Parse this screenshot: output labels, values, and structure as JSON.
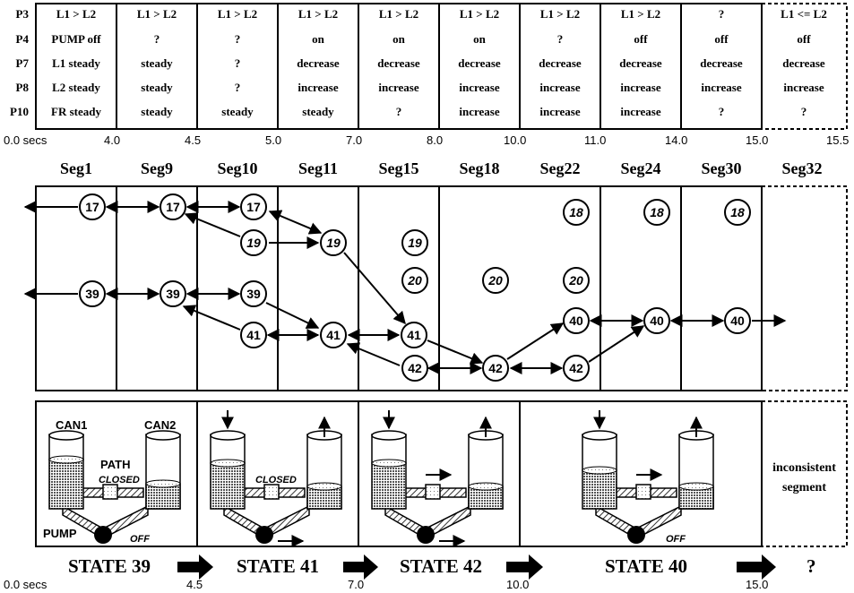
{
  "params": [
    "P3",
    "P4",
    "P7",
    "P8",
    "P10"
  ],
  "first_col": [
    "L1 > L2",
    "PUMP off",
    "L1 steady",
    "L2 steady",
    "FR steady"
  ],
  "columns": [
    [
      "L1 > L2",
      "?",
      "steady",
      "steady",
      "steady"
    ],
    [
      "L1 > L2",
      "?",
      "?",
      "?",
      "steady"
    ],
    [
      "L1 > L2",
      "on",
      "decrease",
      "increase",
      "steady"
    ],
    [
      "L1 > L2",
      "on",
      "decrease",
      "increase",
      "?"
    ],
    [
      "L1 > L2",
      "on",
      "decrease",
      "increase",
      "increase"
    ],
    [
      "L1 > L2",
      "?",
      "decrease",
      "increase",
      "increase"
    ],
    [
      "L1 > L2",
      "off",
      "decrease",
      "increase",
      "increase"
    ],
    [
      "?",
      "off",
      "decrease",
      "increase",
      "?"
    ],
    [
      "L1 <= L2",
      "off",
      "decrease",
      "increase",
      "?"
    ]
  ],
  "timeline_top": [
    "0.0 secs",
    "4.0",
    "4.5",
    "5.0",
    "7.0",
    "8.0",
    "10.0",
    "11.0",
    "14.0",
    "15.0",
    "15.5"
  ],
  "segments": [
    "Seg1",
    "Seg9",
    "Seg10",
    "Seg11",
    "Seg15",
    "Seg18",
    "Seg22",
    "Seg24",
    "Seg30",
    "Seg32"
  ],
  "nodes": {
    "n17": "17",
    "n19": "19",
    "n20": "20",
    "n18": "18",
    "n39": "39",
    "n41": "41",
    "n42": "42",
    "n40": "40"
  },
  "tank_labels": {
    "can1": "CAN1",
    "can2": "CAN2",
    "path": "PATH",
    "closed": "CLOSED",
    "pump": "PUMP",
    "off": "OFF"
  },
  "inconsistent": "inconsistent segment",
  "states": [
    "STATE 39",
    "STATE 41",
    "STATE 42",
    "STATE 40",
    "?"
  ],
  "timeline_bottom": [
    "0.0 secs",
    "4.5",
    "7.0",
    "10.0",
    "15.0"
  ]
}
